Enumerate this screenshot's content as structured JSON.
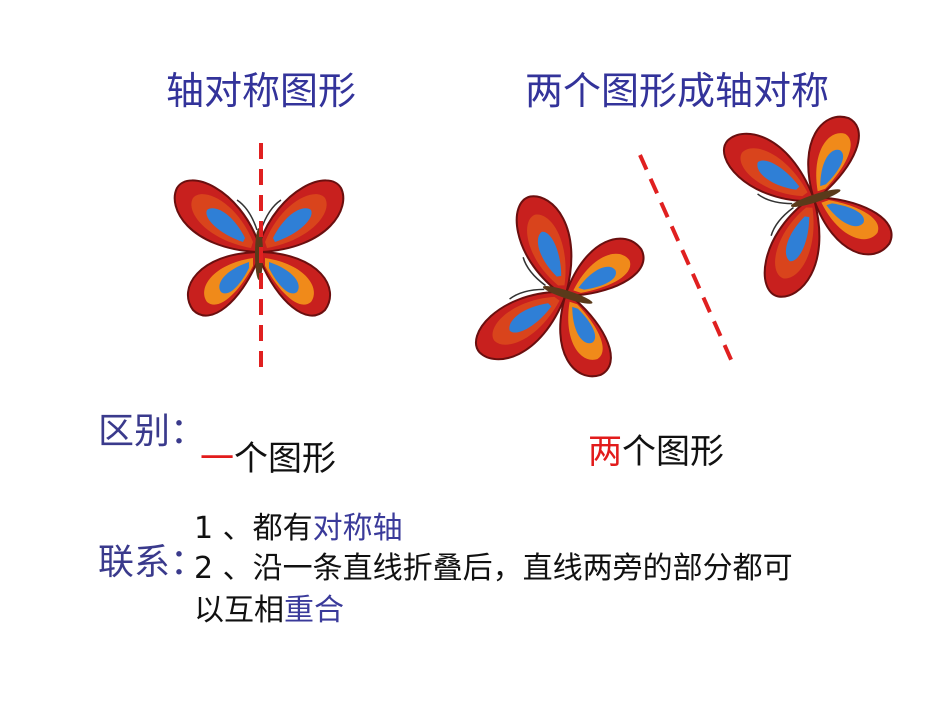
{
  "titles": {
    "left": "轴对称图形",
    "right": "两个图形成轴对称"
  },
  "difference": {
    "label": "区别：",
    "left_highlight": "一",
    "left_rest": "个图形",
    "right_highlight": "两",
    "right_rest": "个图形"
  },
  "connection": {
    "label": "联系：",
    "item1_prefix": "1 、都有",
    "item1_highlight": "对称轴",
    "item2_line1": "2 、沿一条直线折叠后，直线两旁的部分都可",
    "item2_line2_prefix": "以互相",
    "item2_line2_highlight": "重合"
  },
  "colors": {
    "title": "#33339a",
    "highlight_red": "#e21b1b",
    "highlight_blue": "#3a3a9a",
    "axis_line": "#e02020",
    "wing_red": "#c8201e",
    "wing_blue": "#2f7fd6",
    "wing_orange": "#f08a1a"
  },
  "icons": [
    "butterfly-icon",
    "dashed-axis-line"
  ]
}
